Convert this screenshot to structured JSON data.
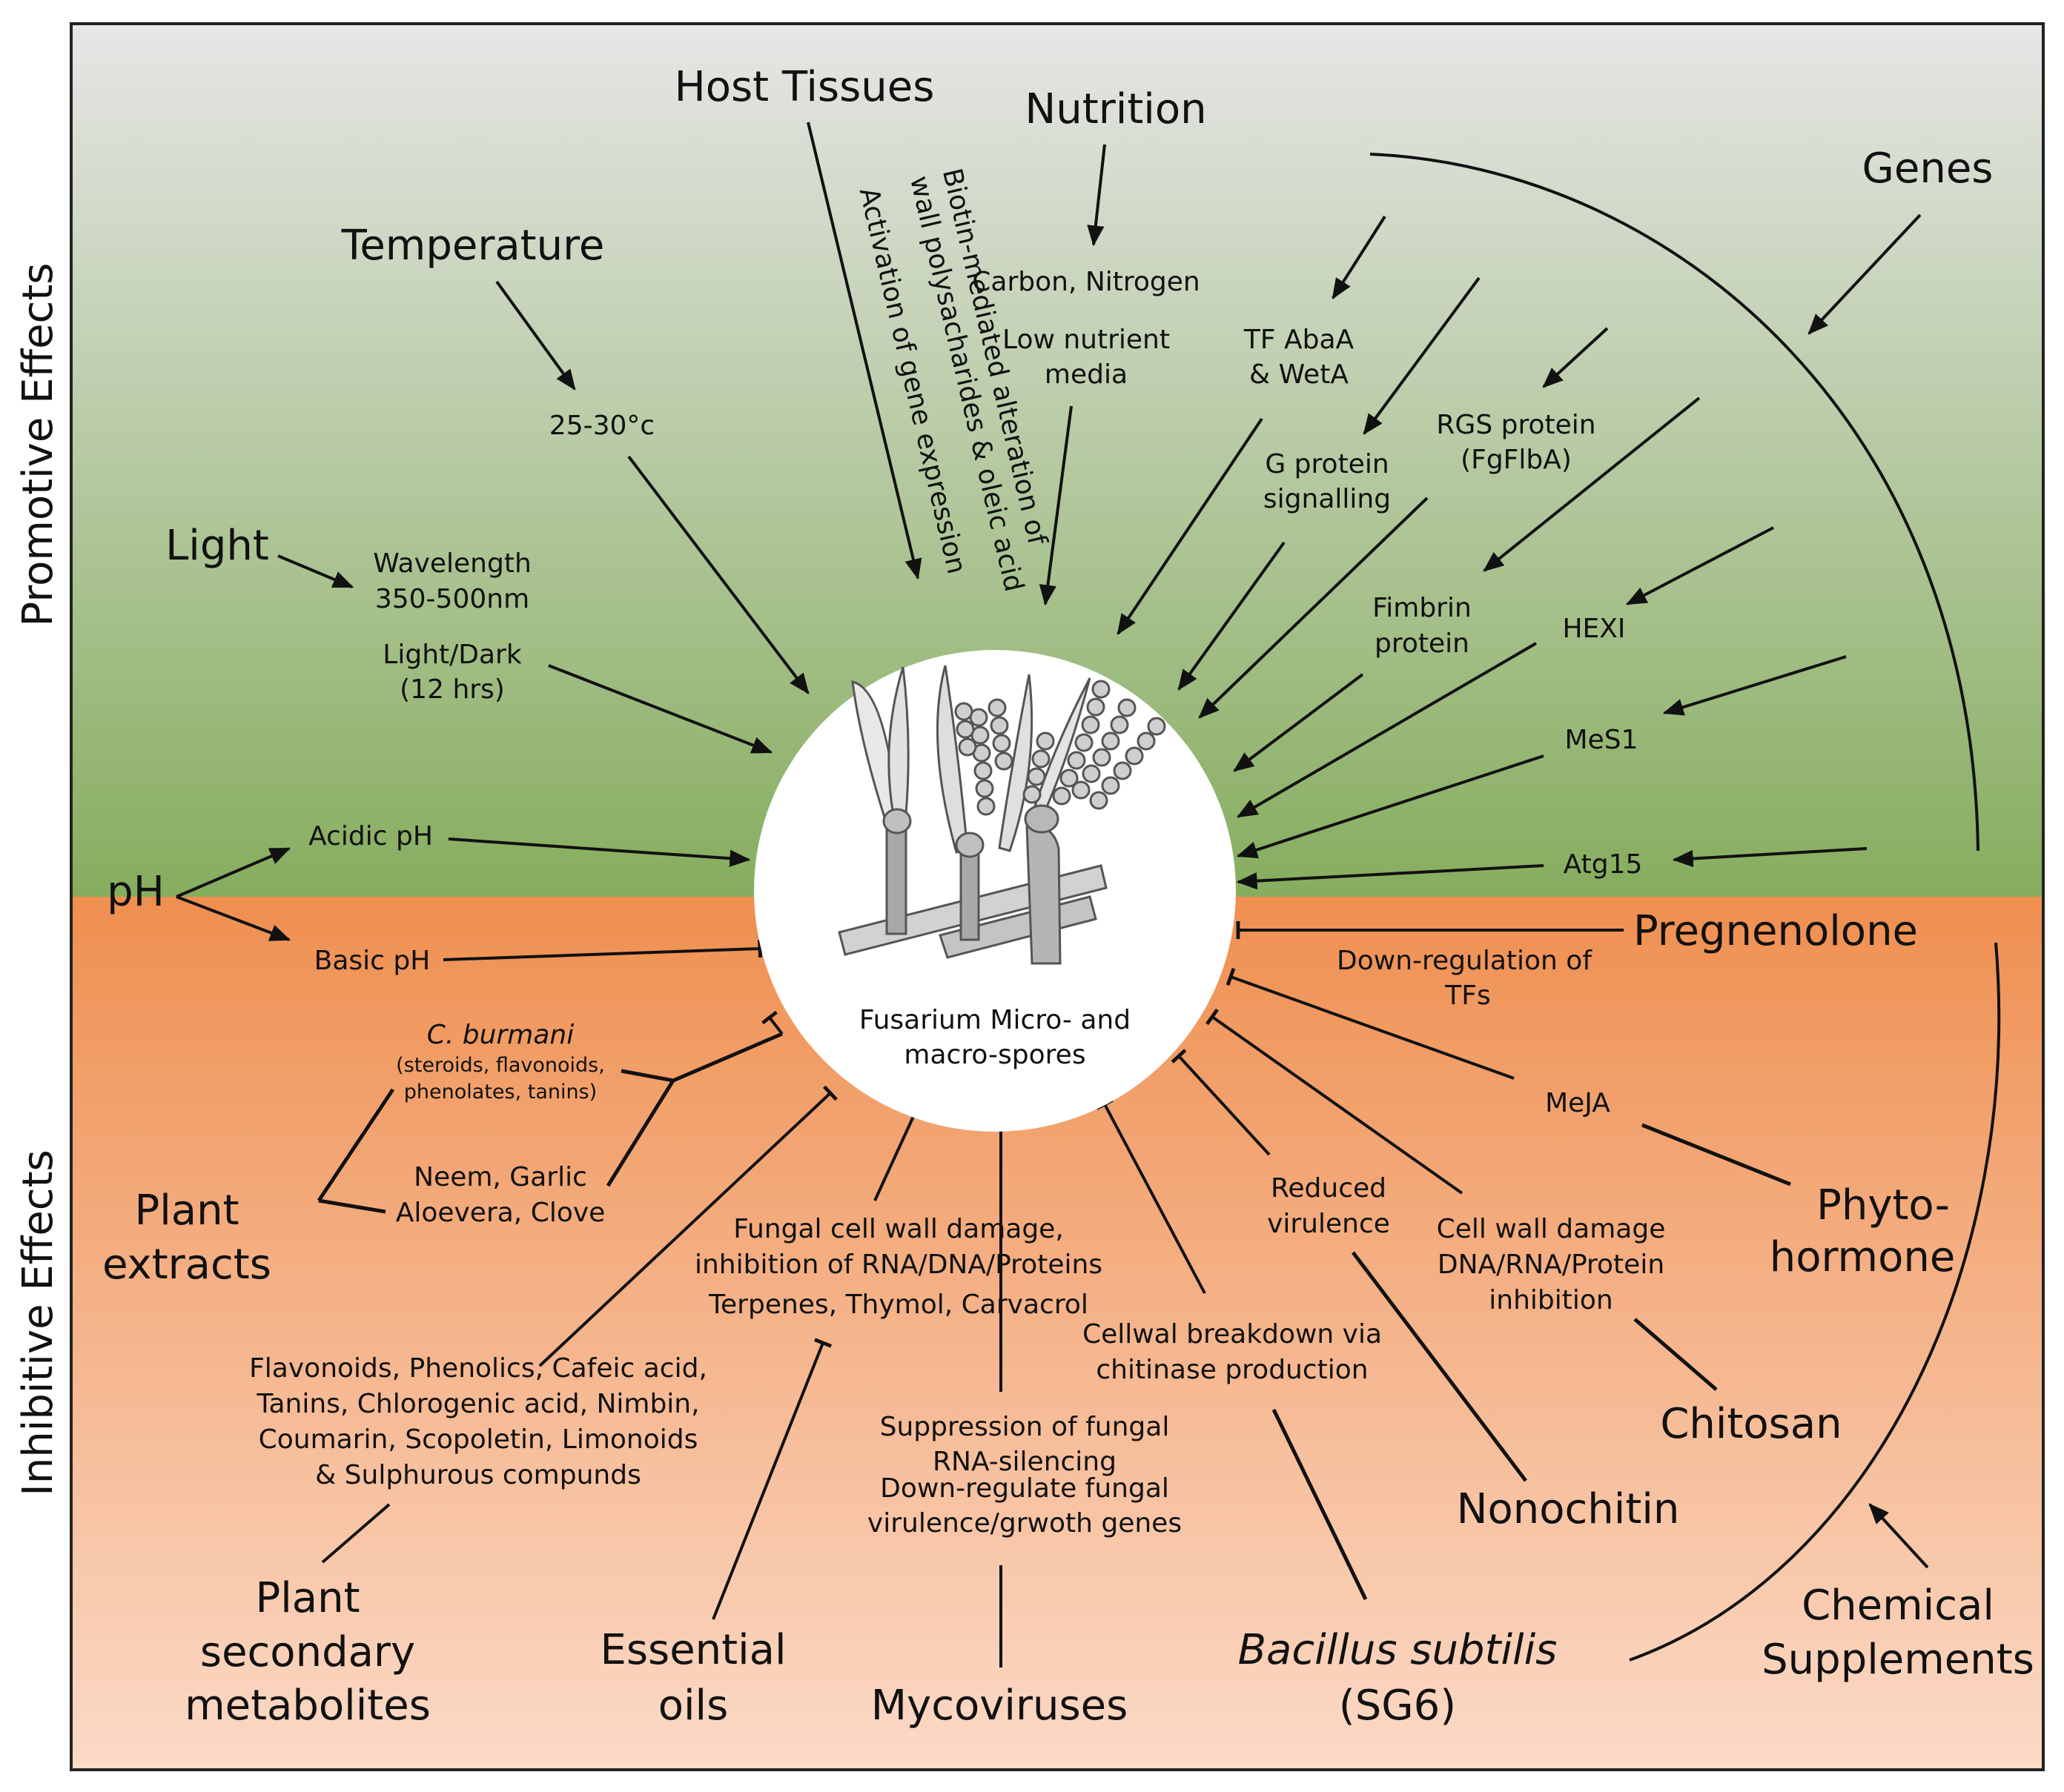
{
  "side_labels": {
    "promotive": "Promotive Effects",
    "inhibitive": "Inhibitive Effects"
  },
  "center": {
    "line1": "Fusarium Micro- and",
    "line2": "macro-spores"
  },
  "promotive": {
    "host_tissues": {
      "title": "Host Tissues",
      "line1": "Biotin-mediated alteration of",
      "line2": "wall polysacharides & oleic acid",
      "line3": "Activation of gene expression"
    },
    "nutrition": {
      "title": "Nutrition",
      "carbon": "Carbon, Nitrogen",
      "low1": "Low nutrient",
      "low2": "media"
    },
    "temperature": {
      "title": "Temperature",
      "value": "25-30°c"
    },
    "light": {
      "title": "Light",
      "wl1": "Wavelength",
      "wl2": "350-500nm",
      "ld1": "Light/Dark",
      "ld2": "(12 hrs)"
    },
    "ph": {
      "title": "pH",
      "acidic": "Acidic pH",
      "basic": "Basic pH"
    },
    "genes": {
      "title": "Genes",
      "tf1": "TF AbaA",
      "tf2": "& WetA",
      "gp1": "G protein",
      "gp2": "signalling",
      "rgs1": "RGS protein",
      "rgs2": "(FgFlbA)",
      "fim1": "Fimbrin",
      "fim2": "protein",
      "hexi": "HEXI",
      "mes1": "MeS1",
      "atg15": "Atg15"
    }
  },
  "inhibitive": {
    "pregnenolone": {
      "title": "Pregnenolone",
      "note1": "Down-regulation of",
      "note2": "TFs"
    },
    "plant_extracts": {
      "title1": "Plant",
      "title2": "extracts",
      "cb_name": "C. burmani",
      "cb1": "(steroids, flavonoids,",
      "cb2": "phenolates, tanins)",
      "neem1": "Neem, Garlic",
      "neem2": "Aloevera, Clove"
    },
    "phytohormone": {
      "title1": "Phyto-",
      "title2": "hormone",
      "meja": "MeJA"
    },
    "chitosan": {
      "title": "Chitosan",
      "cw1": "Cell wall damage",
      "cw2": "DNA/RNA/Protein",
      "cw3": "inhibition"
    },
    "nonochitin": {
      "title": "Nonochitin",
      "rv1": "Reduced",
      "rv2": "virulence"
    },
    "bacillus": {
      "title1": "Bacillus subtilis",
      "title2": "(SG6)",
      "cb1": "Cellwal breakdown via",
      "cb2": "chitinase production"
    },
    "mycoviruses": {
      "title": "Mycoviruses",
      "s1": "Suppression of fungal",
      "s2": "RNA-silencing",
      "d1": "Down-regulate fungal",
      "d2": "virulence/grwoth genes"
    },
    "essential_oils": {
      "title1": "Essential",
      "title2": "oils",
      "f1": "Fungal cell wall damage,",
      "f2": "inhibition of RNA/DNA/Proteins",
      "f3": "Terpenes, Thymol, Carvacrol"
    },
    "secondary_metabolites": {
      "title1": "Plant",
      "title2": "secondary",
      "title3": "metabolites",
      "m1": "Flavonoids, Phenolics, Cafeic acid,",
      "m2": "Tanins, Chlorogenic acid, Nimbin,",
      "m3": "Coumarin, Scopoletin, Limonoids",
      "m4": "& Sulphurous compunds"
    },
    "chemical_supplements": {
      "title1": "Chemical",
      "title2": "Supplements"
    }
  },
  "colors": {
    "promotive_top": "#e6e6e6",
    "promotive_bottom": "#86ad5e",
    "inhibitive_top": "#ef8f50",
    "inhibitive_bottom": "#fbdac7",
    "line": "#111111"
  }
}
